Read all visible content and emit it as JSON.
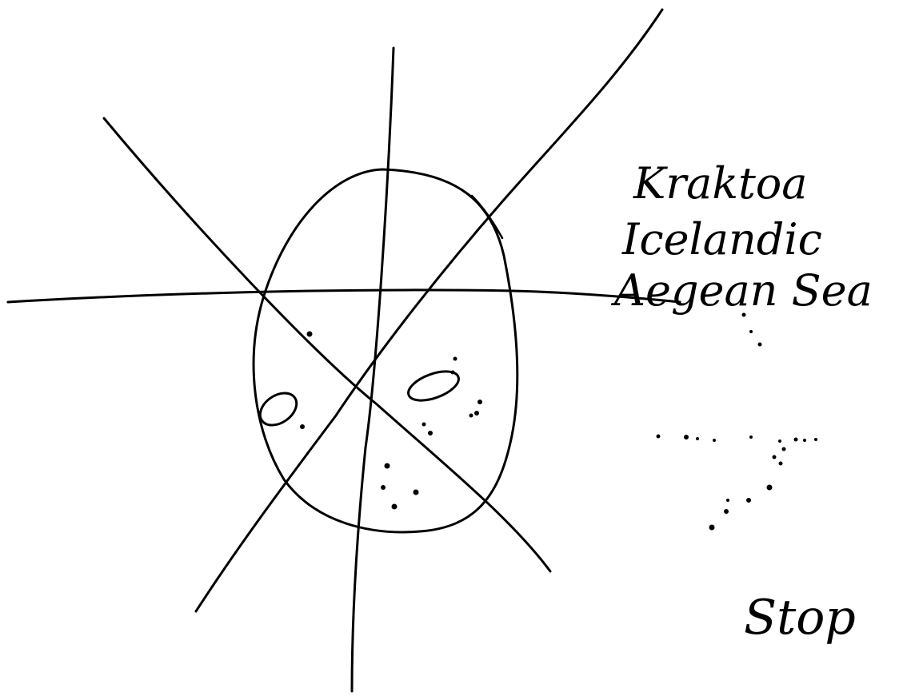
{
  "annotations": {
    "line1": "Kraktoa",
    "line2": "Icelandic",
    "line3": "Aegean Sea"
  },
  "signature": "Stop",
  "colors": {
    "ink": "#000000",
    "paper": "#ffffff"
  }
}
